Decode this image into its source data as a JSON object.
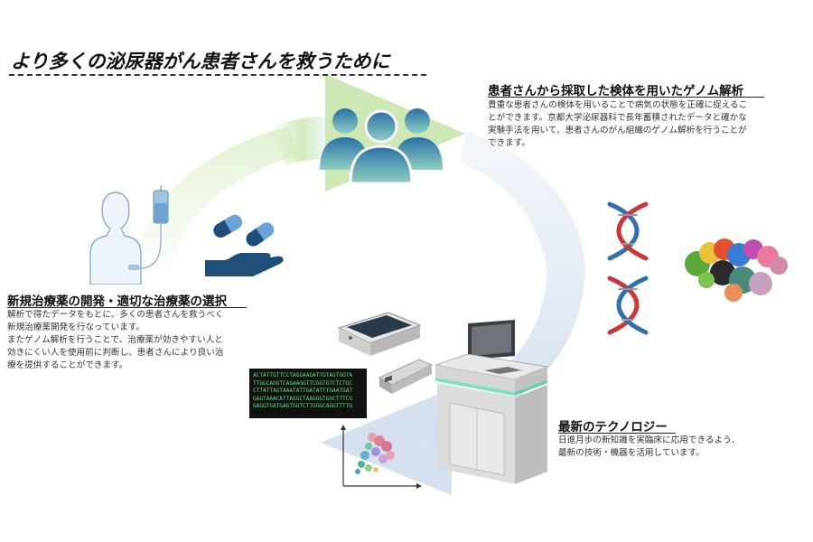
{
  "title": "より多くの泌尿器がん患者さんを救うために",
  "sections": {
    "genome": {
      "title": "患者さんから採取した検体を用いたゲノム解析",
      "lines": [
        "貴重な患者さんの検体を用いることで病気の状態を正確に捉えるこ",
        "とができます。京都大学泌尿器科で長年蓄積されたデータと確かな",
        "実験手法を用いて、患者さんのがん組織のゲノム解析を行うことが",
        "できます。"
      ]
    },
    "drug": {
      "title": "新規治療薬の開発・適切な治療薬の選択",
      "lines": [
        "解析で得たデータをもとに、多くの患者さんを救うべく",
        "新規治療薬開発を行なっています。",
        "またゲノム解析を行うことで、治療薬が効きやすい人と",
        "効きにくい人を使用前に判断し、患者さんにより良い治",
        "療を提供することができます。"
      ]
    },
    "tech": {
      "title": "最新のテクノロジー",
      "lines": [
        "日進月歩の新知識を実臨床に応用できるよう、",
        "最新の技術・機器を活用しています。"
      ]
    }
  },
  "sequence": [
    "ACTATTGTTCCTAGGAAGATTGTAGTGGTA",
    "TTGGCAGGTCAGAAGGTTCGGTGTCTCTGC",
    "CTTATTAGTAAATATTGATATTTGAATGAT",
    "GAGTAAACATTAGGCTAAGGGTGGCTTTCG",
    "GAGGTGATGAGTGGTCTTGGGCAGGTTTTG"
  ],
  "icons": [
    "people-icon",
    "patient-iv-icon",
    "hand-pills-icon",
    "dna-helix-icon",
    "protein-structure-icon",
    "sequencer-device-icon",
    "dna-sequence-display",
    "scatter-plot-icon"
  ],
  "colors": {
    "arrow": "#cfe6b8",
    "dna_red": "#c9363c",
    "dna_blue": "#2f6fb0",
    "people_top": "#2b6fa8",
    "people_bottom": "#8fd0c0",
    "hand": "#1f4e79"
  }
}
